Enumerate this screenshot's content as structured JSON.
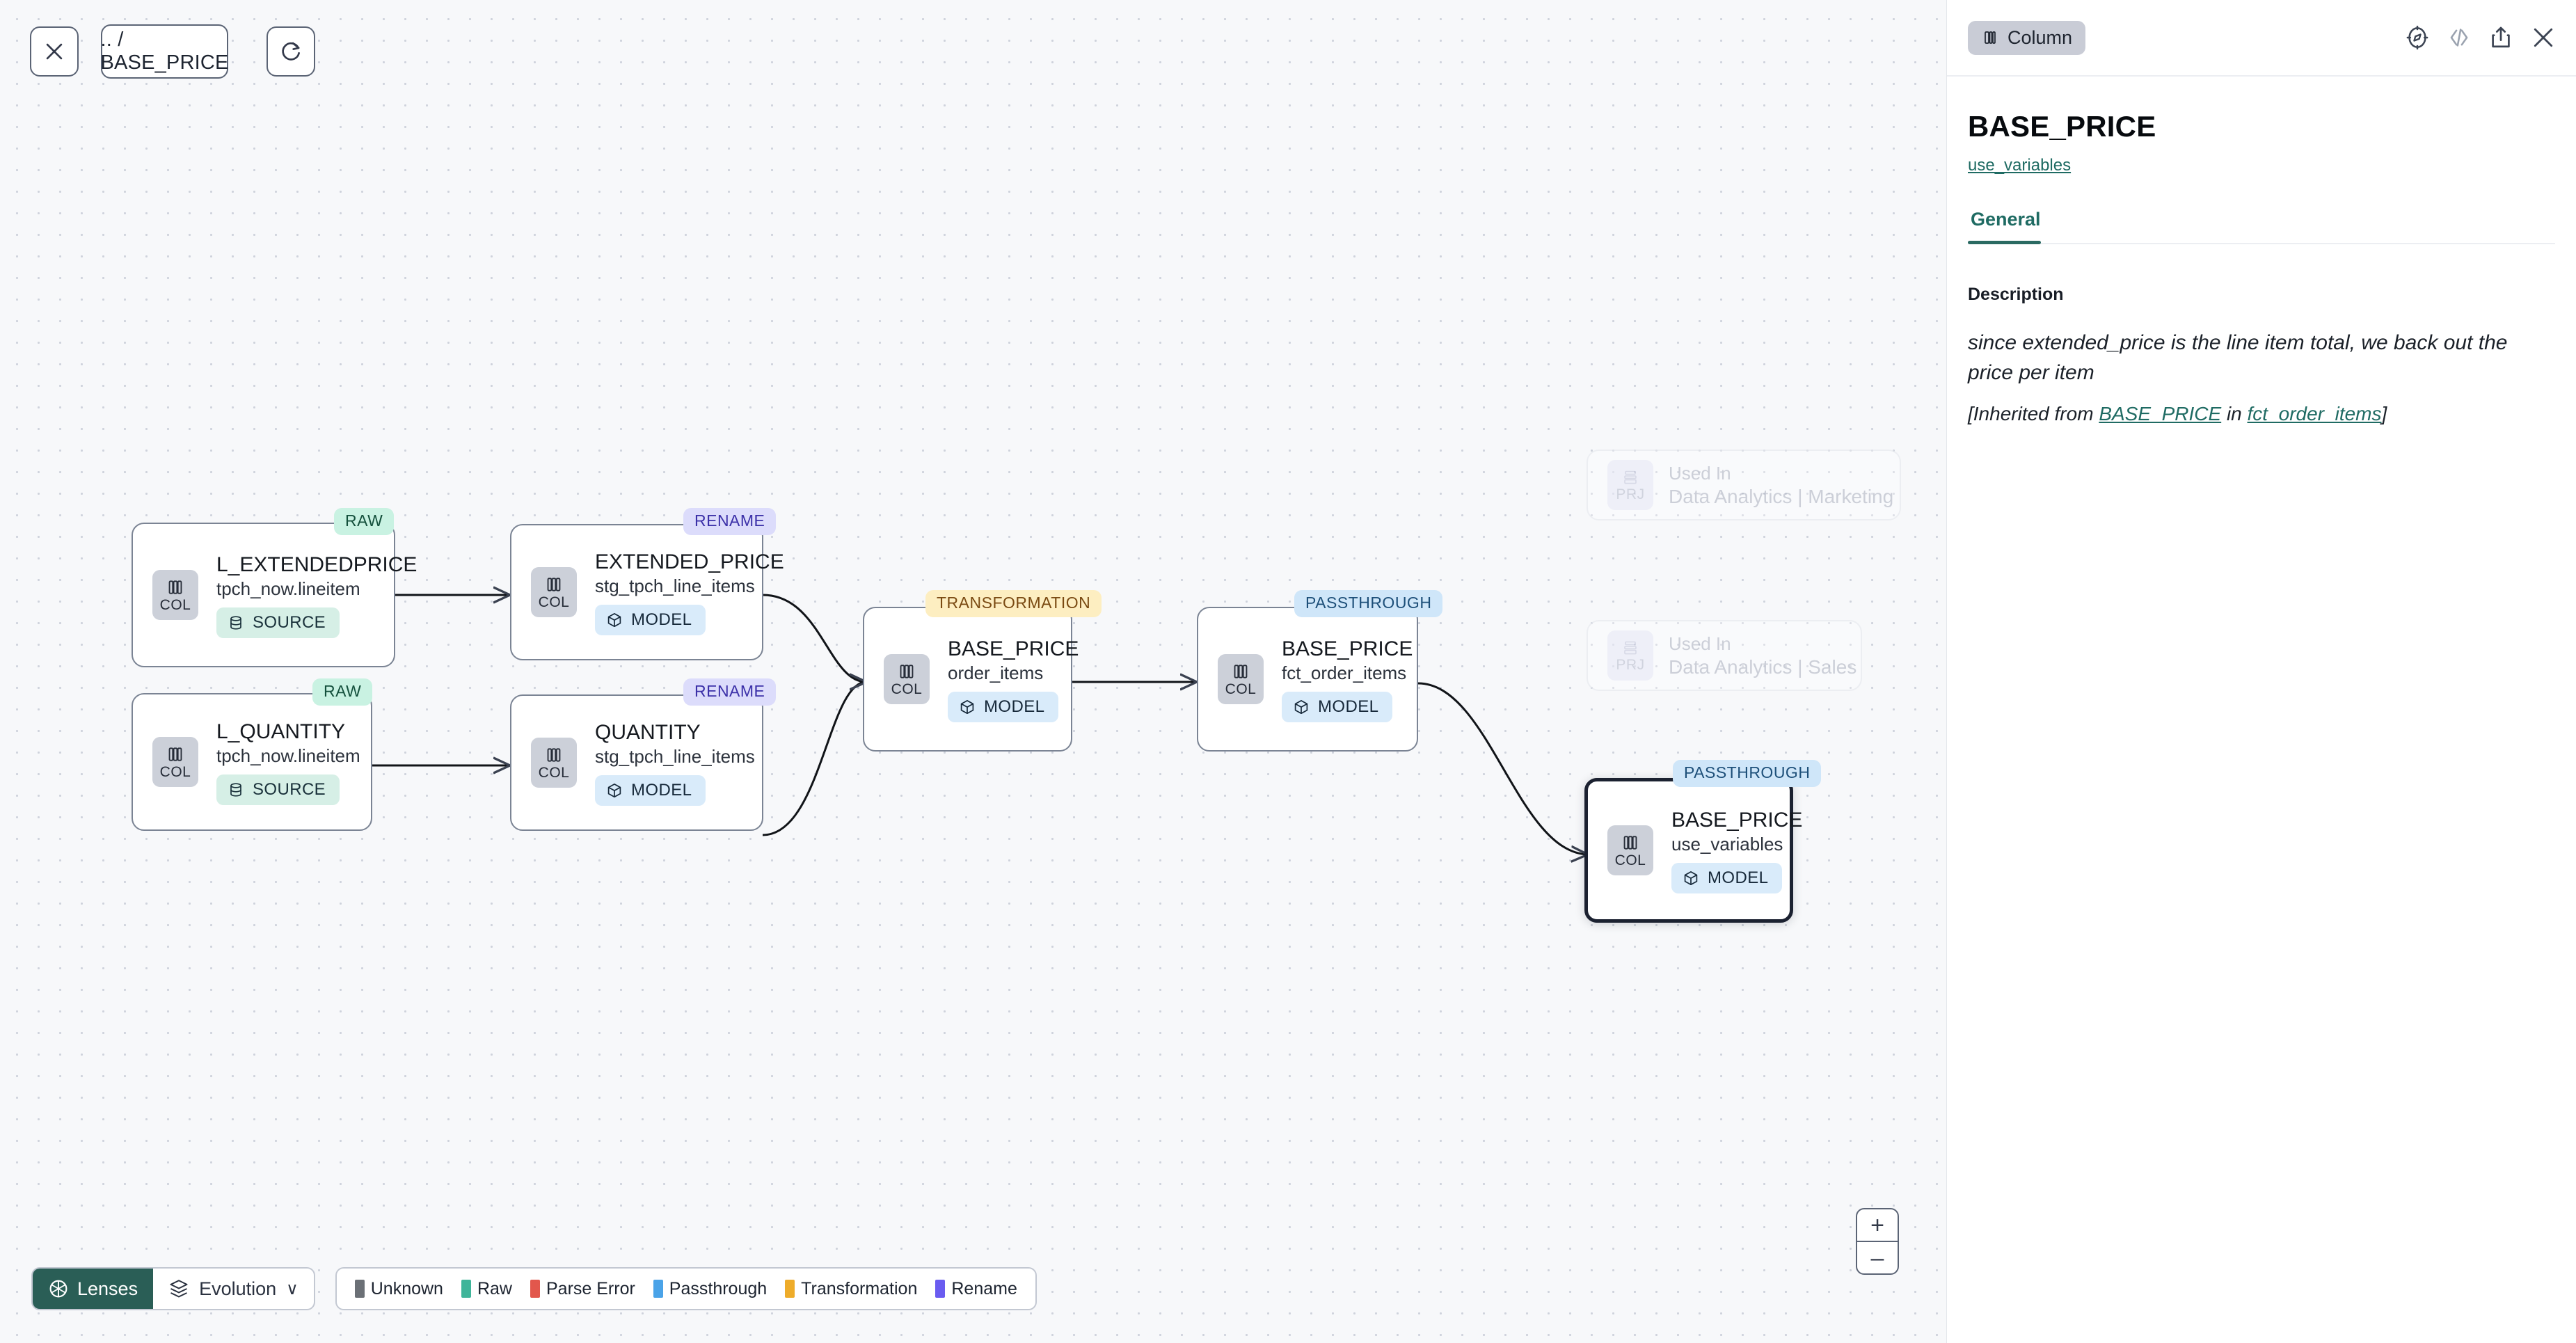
{
  "canvas": {
    "toolbar": {
      "close_label": "close-graph",
      "breadcrumb": ".. / BASE_PRICE",
      "refresh_label": "refresh"
    },
    "zoom_controls": {
      "zoom_in": "+",
      "zoom_out": "–"
    },
    "bottom_bar": {
      "lenses_label": "Lenses",
      "evolution_label": "Evolution",
      "evolution_caret": "∨",
      "legend": [
        {
          "label": "Unknown",
          "color": "#6b7076"
        },
        {
          "label": "Raw",
          "color": "#3fb59a"
        },
        {
          "label": "Parse Error",
          "color": "#e2574c"
        },
        {
          "label": "Passthrough",
          "color": "#4aa3e8"
        },
        {
          "label": "Transformation",
          "color": "#eeac2a"
        },
        {
          "label": "Rename",
          "color": "#6a5cf0"
        }
      ]
    },
    "nodes": [
      {
        "id": "n1",
        "badge": "RAW",
        "badge_style": "kb-raw",
        "title": "L_EXTENDEDPRICE",
        "subtitle": "tpch_now.lineitem",
        "chip": "SOURCE",
        "chip_style": "chip-source",
        "icon": "COL"
      },
      {
        "id": "n2",
        "badge": "RAW",
        "badge_style": "kb-raw",
        "title": "L_QUANTITY",
        "subtitle": "tpch_now.lineitem",
        "chip": "SOURCE",
        "chip_style": "chip-source",
        "icon": "COL"
      },
      {
        "id": "n3",
        "badge": "RENAME",
        "badge_style": "kb-ren",
        "title": "EXTENDED_PRICE",
        "subtitle": "stg_tpch_line_items",
        "chip": "MODEL",
        "chip_style": "chip-model",
        "icon": "COL"
      },
      {
        "id": "n4",
        "badge": "RENAME",
        "badge_style": "kb-ren",
        "title": "QUANTITY",
        "subtitle": "stg_tpch_line_items",
        "chip": "MODEL",
        "chip_style": "chip-model",
        "icon": "COL"
      },
      {
        "id": "n5",
        "badge": "TRANSFORMATION",
        "badge_style": "kb-tr",
        "title": "BASE_PRICE",
        "subtitle": "order_items",
        "chip": "MODEL",
        "chip_style": "chip-model",
        "icon": "COL"
      },
      {
        "id": "n6",
        "badge": "PASSTHROUGH",
        "badge_style": "kb-pass",
        "title": "BASE_PRICE",
        "subtitle": "fct_order_items",
        "chip": "MODEL",
        "chip_style": "chip-model",
        "icon": "COL"
      },
      {
        "id": "n7",
        "badge": "PASSTHROUGH",
        "badge_style": "kb-pass",
        "title": "BASE_PRICE",
        "subtitle": "use_variables",
        "chip": "MODEL",
        "chip_style": "chip-model",
        "icon": "COL",
        "selected": true
      }
    ],
    "ghost_nodes": [
      {
        "id": "g1",
        "icon": "PRJ",
        "label": "Used In",
        "name": "Data Analytics | Marketing"
      },
      {
        "id": "g2",
        "icon": "PRJ",
        "label": "Used In",
        "name": "Data Analytics | Sales"
      }
    ]
  },
  "panel": {
    "type_chip": "Column",
    "actions": [
      "explore-icon",
      "code-icon",
      "share-icon",
      "close-icon"
    ],
    "column_name": "BASE_PRICE",
    "model_link": "use_variables",
    "tabs": [
      {
        "label": "General",
        "active": true
      }
    ],
    "description_label": "Description",
    "description_text": "since extended_price is the line item total, we back out the price per item",
    "inherited_prefix": "[Inherited from ",
    "inherited_link_1": "BASE_PRICE",
    "inherited_mid": " in ",
    "inherited_link_2": "fct_order_items",
    "inherited_suffix": "]"
  },
  "colors": {
    "accent_teal": "#2a6a62",
    "canvas_bg": "#f7f8fa",
    "node_border": "#7b8494",
    "selected_border": "#1b2130"
  }
}
